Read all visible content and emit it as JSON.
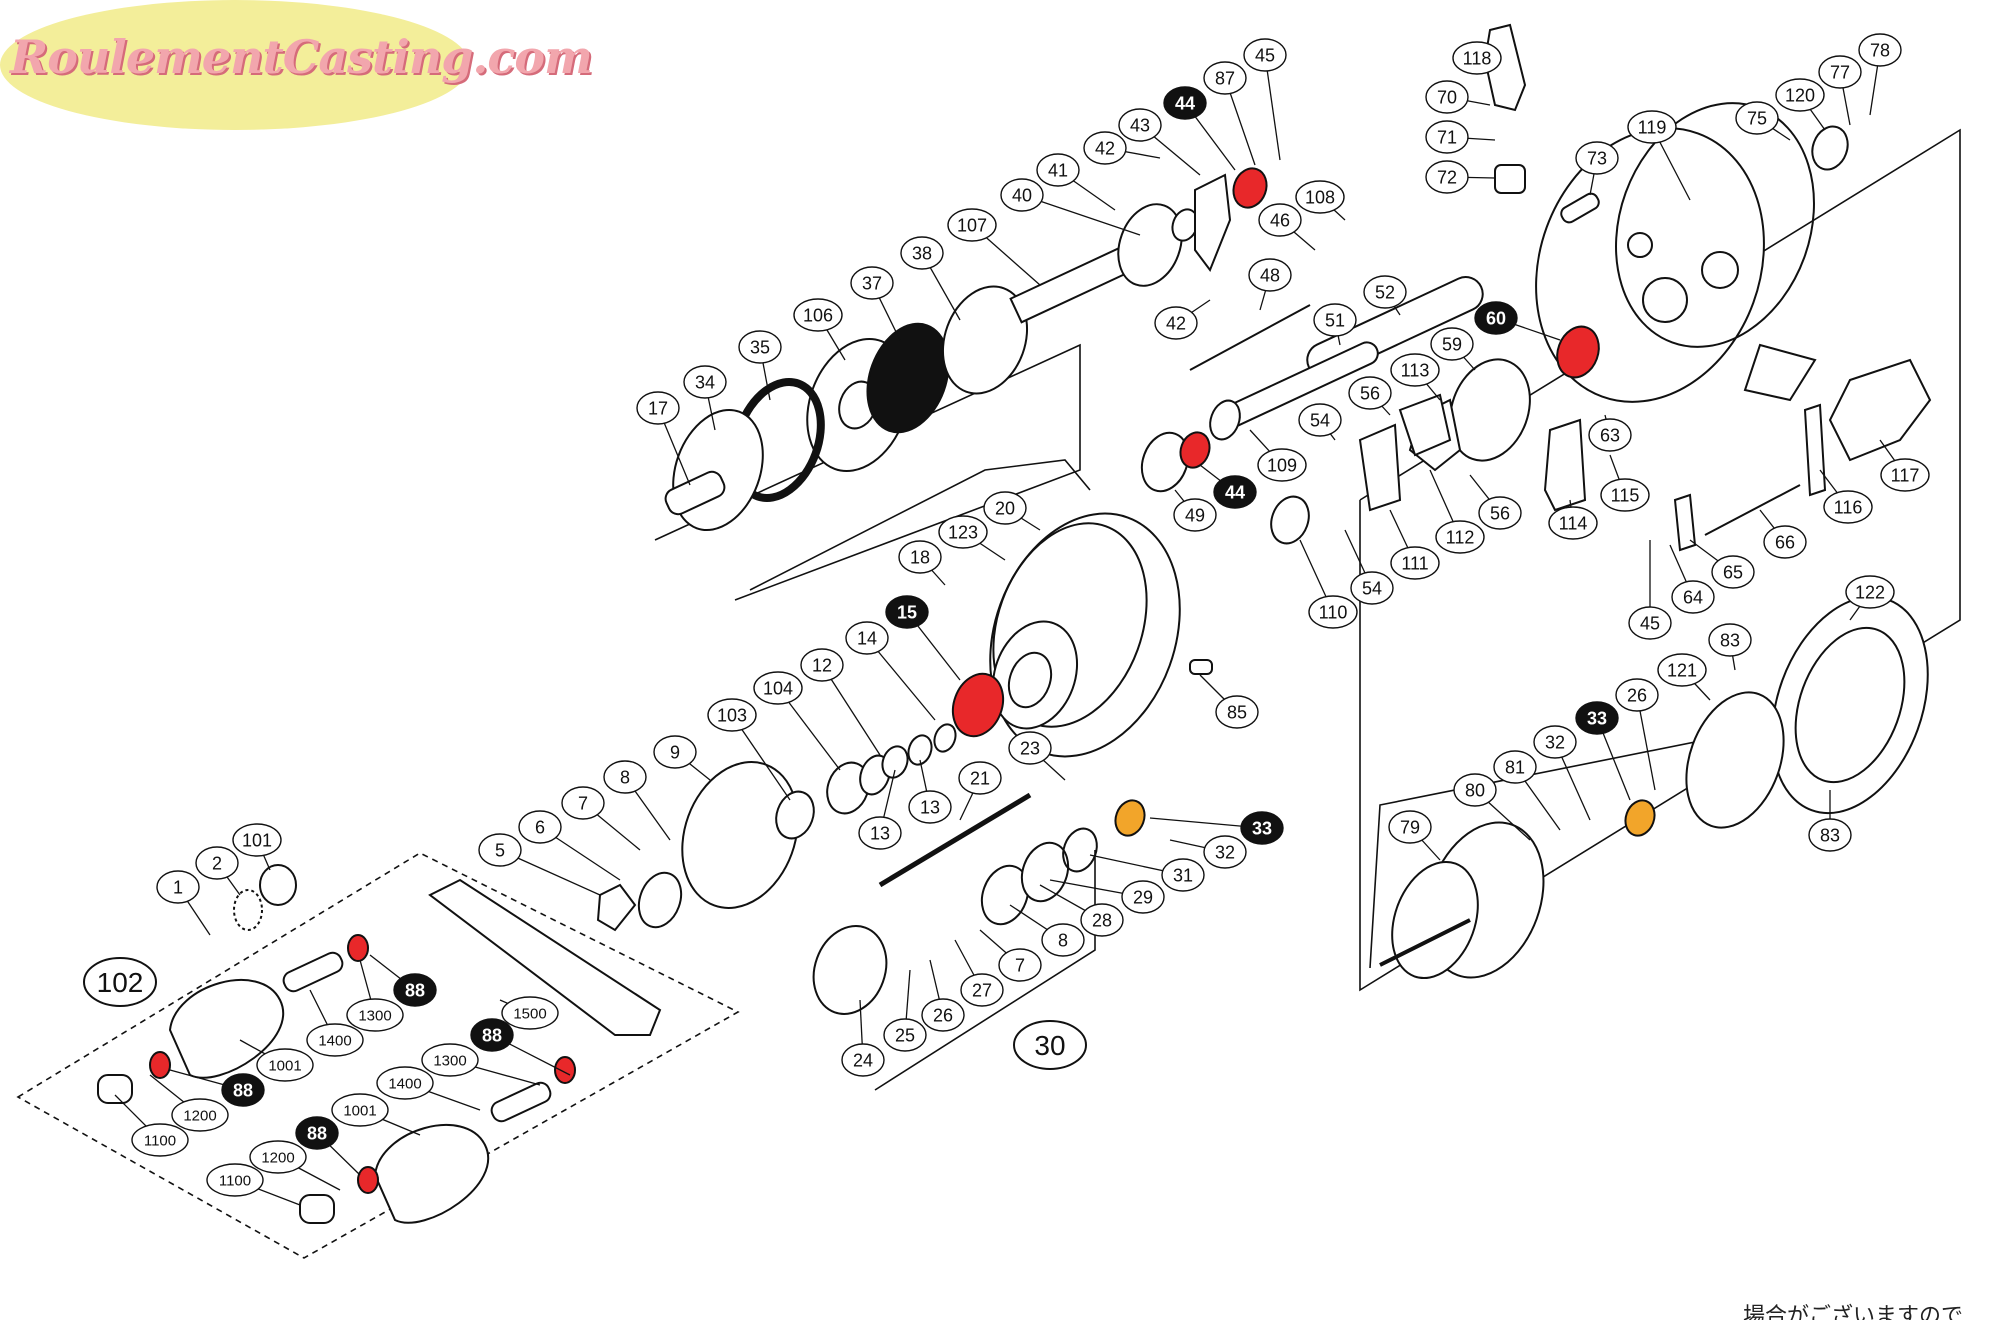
{
  "brand": {
    "logo_text": "RoulementCasting.com"
  },
  "footer_text": "場合がございますので",
  "colors": {
    "bearing_red": "#e8282a",
    "bearing_orange": "#f2a52a",
    "ink": "#111111",
    "logo_bg": "#f3ee9a",
    "logo_text": "#f2a6ad"
  },
  "callouts": [
    {
      "id": "c118",
      "label": "118",
      "style": "white"
    },
    {
      "id": "c70",
      "label": "70",
      "style": "white"
    },
    {
      "id": "c71",
      "label": "71",
      "style": "white"
    },
    {
      "id": "c72",
      "label": "72",
      "style": "white"
    },
    {
      "id": "c45a",
      "label": "45",
      "style": "white"
    },
    {
      "id": "c87",
      "label": "87",
      "style": "white"
    },
    {
      "id": "c44a",
      "label": "44",
      "style": "black"
    },
    {
      "id": "c43",
      "label": "43",
      "style": "white"
    },
    {
      "id": "c42a",
      "label": "42",
      "style": "white"
    },
    {
      "id": "c41",
      "label": "41",
      "style": "white"
    },
    {
      "id": "c40",
      "label": "40",
      "style": "white"
    },
    {
      "id": "c107",
      "label": "107",
      "style": "white"
    },
    {
      "id": "c38",
      "label": "38",
      "style": "white"
    },
    {
      "id": "c37",
      "label": "37",
      "style": "white"
    },
    {
      "id": "c106",
      "label": "106",
      "style": "white"
    },
    {
      "id": "c35",
      "label": "35",
      "style": "white"
    },
    {
      "id": "c34",
      "label": "34",
      "style": "white"
    },
    {
      "id": "c17",
      "label": "17",
      "style": "white"
    },
    {
      "id": "c108",
      "label": "108",
      "style": "white"
    },
    {
      "id": "c46",
      "label": "46",
      "style": "white"
    },
    {
      "id": "c48",
      "label": "48",
      "style": "white"
    },
    {
      "id": "c42b",
      "label": "42",
      "style": "white"
    },
    {
      "id": "c52",
      "label": "52",
      "style": "white"
    },
    {
      "id": "c51",
      "label": "51",
      "style": "white"
    },
    {
      "id": "c60",
      "label": "60",
      "style": "black"
    },
    {
      "id": "c59",
      "label": "59",
      "style": "white"
    },
    {
      "id": "c113",
      "label": "113",
      "style": "white"
    },
    {
      "id": "c56a",
      "label": "56",
      "style": "white"
    },
    {
      "id": "c54a",
      "label": "54",
      "style": "white"
    },
    {
      "id": "c109",
      "label": "109",
      "style": "white"
    },
    {
      "id": "c44b",
      "label": "44",
      "style": "black"
    },
    {
      "id": "c49",
      "label": "49",
      "style": "white"
    },
    {
      "id": "c73",
      "label": "73",
      "style": "white"
    },
    {
      "id": "c119",
      "label": "119",
      "style": "white"
    },
    {
      "id": "c75",
      "label": "75",
      "style": "white"
    },
    {
      "id": "c120",
      "label": "120",
      "style": "white"
    },
    {
      "id": "c77",
      "label": "77",
      "style": "white"
    },
    {
      "id": "c78",
      "label": "78",
      "style": "white"
    },
    {
      "id": "c63",
      "label": "63",
      "style": "white"
    },
    {
      "id": "c115",
      "label": "115",
      "style": "white"
    },
    {
      "id": "c117",
      "label": "117",
      "style": "white"
    },
    {
      "id": "c116",
      "label": "116",
      "style": "white"
    },
    {
      "id": "c114",
      "label": "114",
      "style": "white"
    },
    {
      "id": "c56b",
      "label": "56",
      "style": "white"
    },
    {
      "id": "c112",
      "label": "112",
      "style": "white"
    },
    {
      "id": "c111",
      "label": "111",
      "style": "white"
    },
    {
      "id": "c54b",
      "label": "54",
      "style": "white"
    },
    {
      "id": "c110",
      "label": "110",
      "style": "white"
    },
    {
      "id": "c66",
      "label": "66",
      "style": "white"
    },
    {
      "id": "c65",
      "label": "65",
      "style": "white"
    },
    {
      "id": "c64",
      "label": "64",
      "style": "white"
    },
    {
      "id": "c45b",
      "label": "45",
      "style": "white"
    },
    {
      "id": "c122",
      "label": "122",
      "style": "white"
    },
    {
      "id": "c83a",
      "label": "83",
      "style": "white"
    },
    {
      "id": "c121",
      "label": "121",
      "style": "white"
    },
    {
      "id": "c26a",
      "label": "26",
      "style": "white"
    },
    {
      "id": "c33a",
      "label": "33",
      "style": "black"
    },
    {
      "id": "c32a",
      "label": "32",
      "style": "white"
    },
    {
      "id": "c81",
      "label": "81",
      "style": "white"
    },
    {
      "id": "c80",
      "label": "80",
      "style": "white"
    },
    {
      "id": "c79",
      "label": "79",
      "style": "white"
    },
    {
      "id": "c83b",
      "label": "83",
      "style": "white"
    },
    {
      "id": "c20",
      "label": "20",
      "style": "white"
    },
    {
      "id": "c123",
      "label": "123",
      "style": "white"
    },
    {
      "id": "c18",
      "label": "18",
      "style": "white"
    },
    {
      "id": "c15",
      "label": "15",
      "style": "black"
    },
    {
      "id": "c14",
      "label": "14",
      "style": "white"
    },
    {
      "id": "c12",
      "label": "12",
      "style": "white"
    },
    {
      "id": "c104",
      "label": "104",
      "style": "white"
    },
    {
      "id": "c103",
      "label": "103",
      "style": "white"
    },
    {
      "id": "c85",
      "label": "85",
      "style": "white"
    },
    {
      "id": "c23",
      "label": "23",
      "style": "white"
    },
    {
      "id": "c21",
      "label": "21",
      "style": "white"
    },
    {
      "id": "c13a",
      "label": "13",
      "style": "white"
    },
    {
      "id": "c13b",
      "label": "13",
      "style": "white"
    },
    {
      "id": "c9",
      "label": "9",
      "style": "white"
    },
    {
      "id": "c8a",
      "label": "8",
      "style": "white"
    },
    {
      "id": "c7a",
      "label": "7",
      "style": "white"
    },
    {
      "id": "c6",
      "label": "6",
      "style": "white"
    },
    {
      "id": "c5",
      "label": "5",
      "style": "white"
    },
    {
      "id": "c33b",
      "label": "33",
      "style": "black"
    },
    {
      "id": "c32b",
      "label": "32",
      "style": "white"
    },
    {
      "id": "c31",
      "label": "31",
      "style": "white"
    },
    {
      "id": "c29",
      "label": "29",
      "style": "white"
    },
    {
      "id": "c28",
      "label": "28",
      "style": "white"
    },
    {
      "id": "c8b",
      "label": "8",
      "style": "white"
    },
    {
      "id": "c7b",
      "label": "7",
      "style": "white"
    },
    {
      "id": "c27",
      "label": "27",
      "style": "white"
    },
    {
      "id": "c26b",
      "label": "26",
      "style": "white"
    },
    {
      "id": "c25",
      "label": "25",
      "style": "white"
    },
    {
      "id": "c24",
      "label": "24",
      "style": "white"
    },
    {
      "id": "c30",
      "label": "30",
      "style": "big"
    },
    {
      "id": "c101",
      "label": "101",
      "style": "white"
    },
    {
      "id": "c2",
      "label": "2",
      "style": "white"
    },
    {
      "id": "c1",
      "label": "1",
      "style": "white"
    },
    {
      "id": "c102",
      "label": "102",
      "style": "big"
    },
    {
      "id": "c88a",
      "label": "88",
      "style": "black"
    },
    {
      "id": "c1300a",
      "label": "1300",
      "style": "white"
    },
    {
      "id": "c1400a",
      "label": "1400",
      "style": "white"
    },
    {
      "id": "c1500",
      "label": "1500",
      "style": "white"
    },
    {
      "id": "c1001a",
      "label": "1001",
      "style": "white"
    },
    {
      "id": "c88b",
      "label": "88",
      "style": "black"
    },
    {
      "id": "c1200a",
      "label": "1200",
      "style": "white"
    },
    {
      "id": "c1100a",
      "label": "1100",
      "style": "white"
    },
    {
      "id": "c88c",
      "label": "88",
      "style": "black"
    },
    {
      "id": "c1300b",
      "label": "1300",
      "style": "white"
    },
    {
      "id": "c1400b",
      "label": "1400",
      "style": "white"
    },
    {
      "id": "c1001b",
      "label": "1001",
      "style": "white"
    },
    {
      "id": "c88d",
      "label": "88",
      "style": "black"
    },
    {
      "id": "c1200b",
      "label": "1200",
      "style": "white"
    },
    {
      "id": "c1100b",
      "label": "1100",
      "style": "white"
    }
  ]
}
